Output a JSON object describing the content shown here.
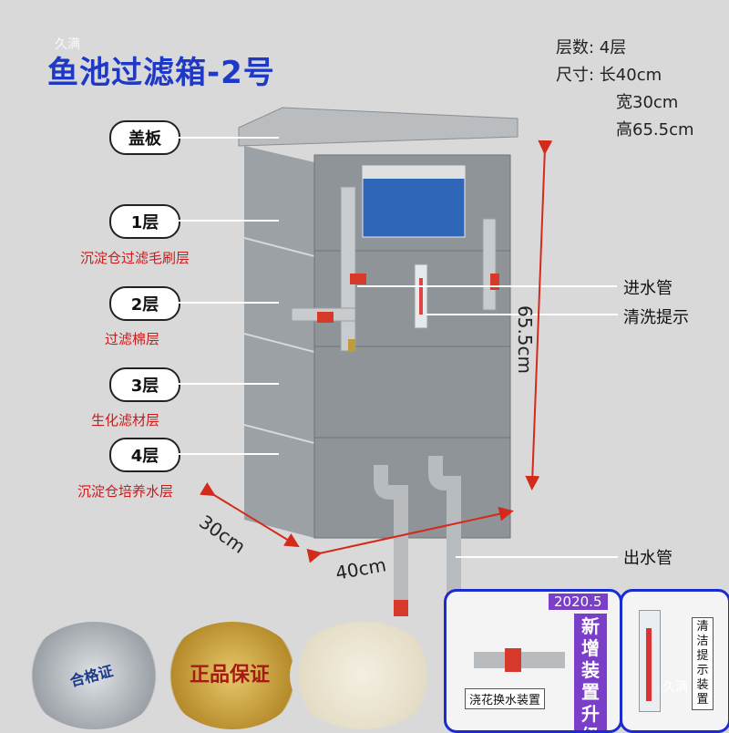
{
  "watermark": "久满",
  "title": "鱼池过滤箱-2号",
  "specs": {
    "layers": "层数: 4层",
    "size_label": "尺寸: 长40cm",
    "width": "宽30cm",
    "height": "高65.5cm"
  },
  "layers": [
    {
      "badge": "盖板",
      "desc": ""
    },
    {
      "badge": "1层",
      "desc": "沉淀仓过滤毛刷层"
    },
    {
      "badge": "2层",
      "desc": "过滤棉层"
    },
    {
      "badge": "3层",
      "desc": "生化滤材层"
    },
    {
      "badge": "4层",
      "desc": "沉淀仓培养水层"
    }
  ],
  "callouts": {
    "inlet": "进水管",
    "cleaning": "清洗提示",
    "outlet": "出水管"
  },
  "dimensions": {
    "height": "65.5cm",
    "depth": "30cm",
    "length": "40cm"
  },
  "seals": {
    "seal1": "合格证",
    "seal2": "正品保证"
  },
  "inset1": {
    "top_text": "2020.5",
    "vertical": "新增装置升级",
    "caption": "浇花换水装置"
  },
  "inset2": {
    "vertical": "清洁提示装置",
    "watermark": "久满"
  },
  "colors": {
    "title": "#1f39c7",
    "accent_red": "#c81c1c",
    "inset_border": "#1a2ccf"
  }
}
